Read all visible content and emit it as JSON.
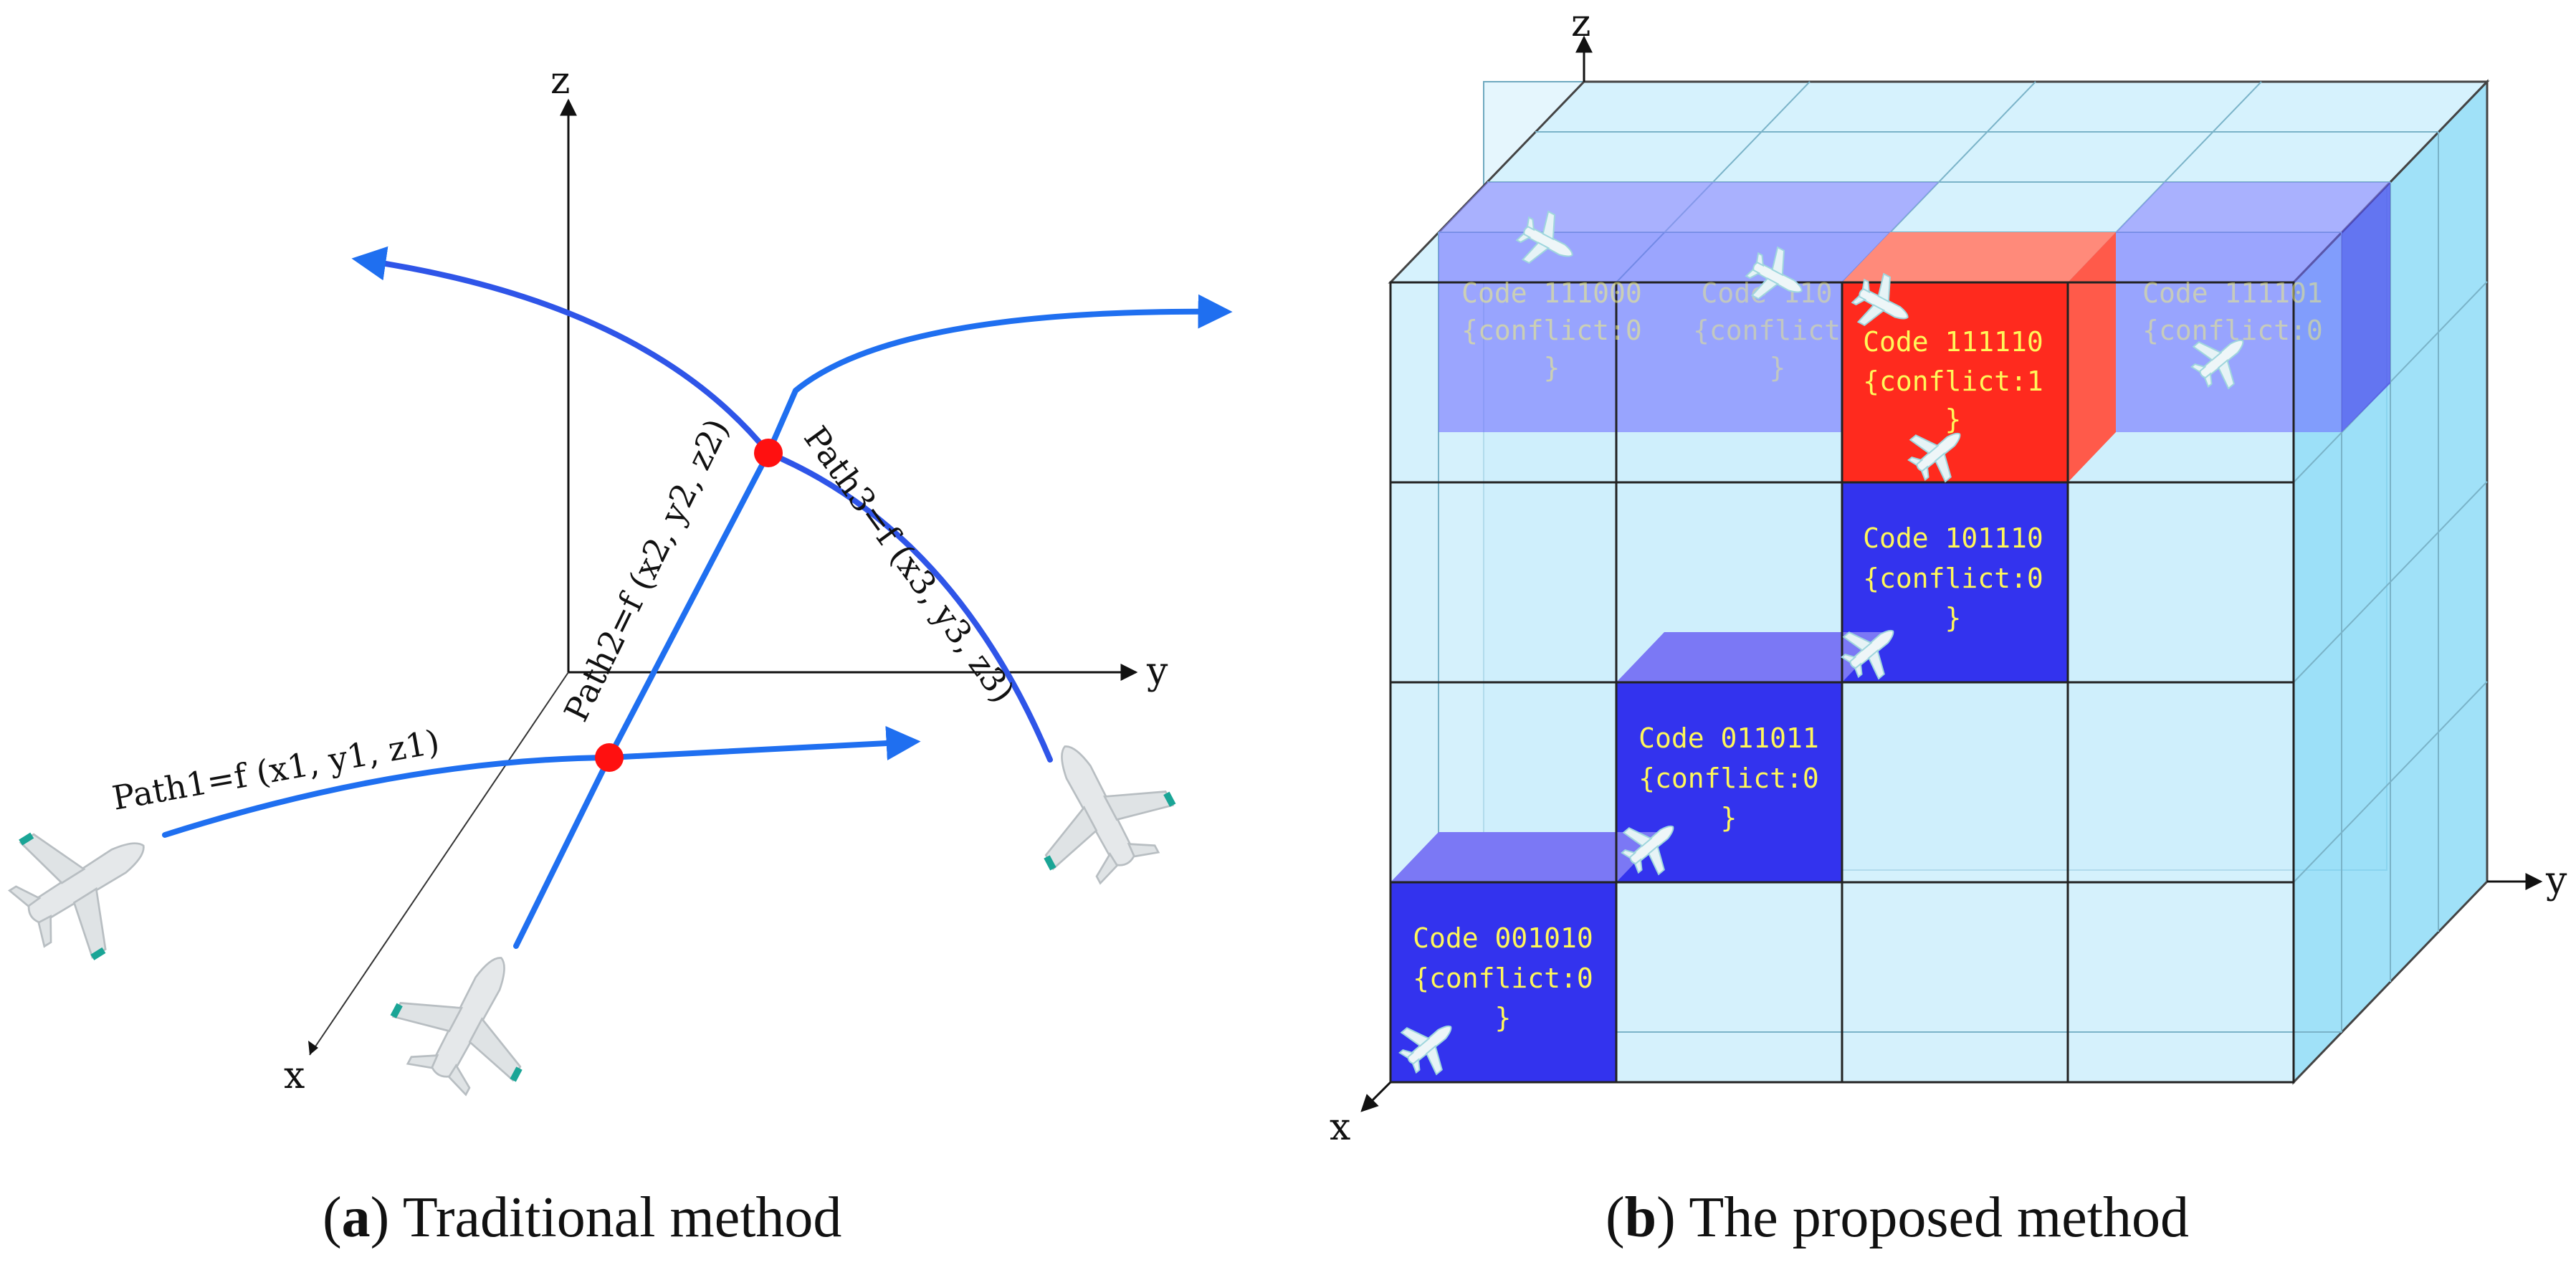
{
  "panel_a": {
    "axes": {
      "z": "z",
      "y": "y",
      "x": "x"
    },
    "paths": [
      {
        "label": "Path1=f (x1, y1, z1)"
      },
      {
        "label": "Path2=f (x2, y2, z2)"
      },
      {
        "label": "Path3=f (x3, y3, z3)"
      }
    ],
    "caption": {
      "letter": "a",
      "text": "Traditional method"
    }
  },
  "panel_b": {
    "axes": {
      "z": "z",
      "y": "y",
      "x": "x"
    },
    "cells": [
      {
        "code": "Code 111000",
        "conflict": "{conflict:0",
        "close": "}",
        "state": "back-normal"
      },
      {
        "code": "Code 110",
        "conflict": "{conflict",
        "close": "}",
        "state": "back-normal"
      },
      {
        "code": "Code 111110",
        "conflict": "{conflict:1",
        "close": "}",
        "state": "conflict"
      },
      {
        "code": "Code 111101",
        "conflict": "{conflict:0",
        "close": "}",
        "state": "back-normal"
      },
      {
        "code": "Code 101110",
        "conflict": "{conflict:0",
        "close": "}",
        "state": "normal"
      },
      {
        "code": "Code 011011",
        "conflict": "{conflict:0",
        "close": "}",
        "state": "normal"
      },
      {
        "code": "Code 001010",
        "conflict": "{conflict:0",
        "close": "}",
        "state": "normal"
      }
    ],
    "caption": {
      "letter": "b",
      "text": "The proposed method"
    }
  },
  "colors": {
    "path_blue": "#1f6ff0",
    "conflict_point": "#ff1010",
    "grid_fill": "#bfe9fb",
    "cell_blue": "#3333ee",
    "cell_red": "#ff2a1e",
    "code_text": "#fff75a"
  }
}
